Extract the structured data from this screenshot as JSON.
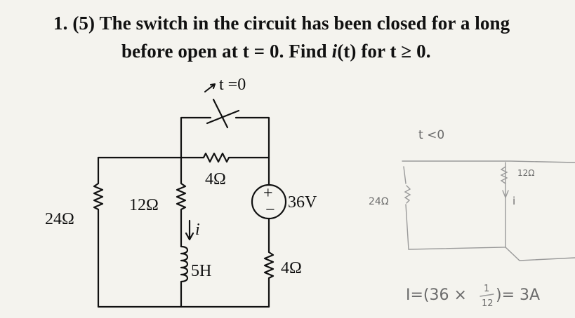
{
  "problem": {
    "number": "1.",
    "points": "(5)",
    "line1_text": "The switch in the circuit has been closed for a long",
    "line2_a": "before open at t = 0.  Find ",
    "line2_func": "i",
    "line2_b": "(t) for t ≥ 0."
  },
  "circuit": {
    "switch_label": "t =0",
    "r_top": "4Ω",
    "r_left": "24Ω",
    "r_mid": "12Ω",
    "current": "i",
    "source_sign": "+",
    "source_minus": "−",
    "source_value": "36V",
    "inductor": "5H",
    "r_bottom": "4Ω"
  },
  "notes": {
    "t_label": "t <0",
    "r12": "12Ω",
    "i": "i",
    "r24": "24Ω",
    "equation": "I = (36 × 1/12) = 3A",
    "eq_prefix": "I=(36 ×",
    "eq_num": "1",
    "eq_den": "12",
    "eq_suffix": ")= 3A"
  }
}
